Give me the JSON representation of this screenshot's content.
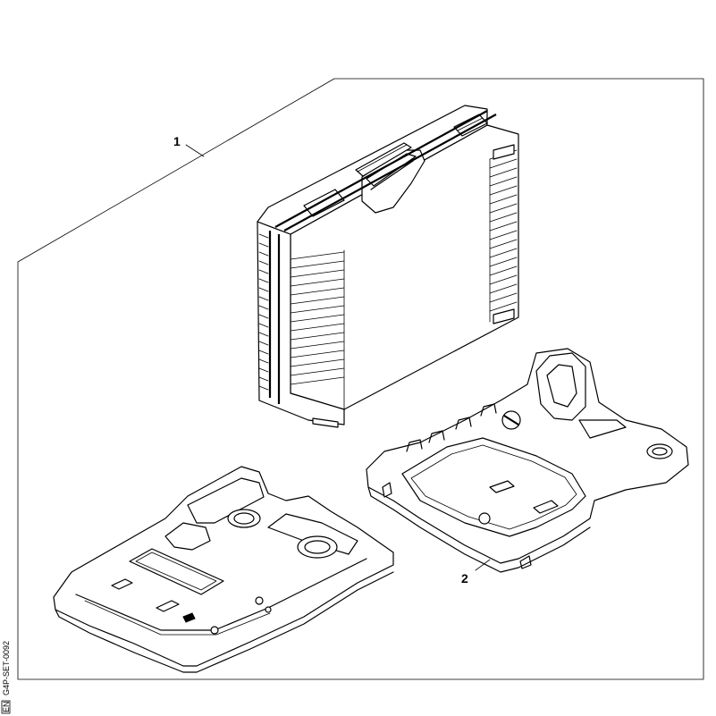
{
  "callouts": [
    {
      "label": "1",
      "part": "carrying-case"
    },
    {
      "label": "2",
      "part": "case-insert-tray"
    }
  ],
  "side_code": "G4P-SET-0092",
  "corner_code": "EN"
}
